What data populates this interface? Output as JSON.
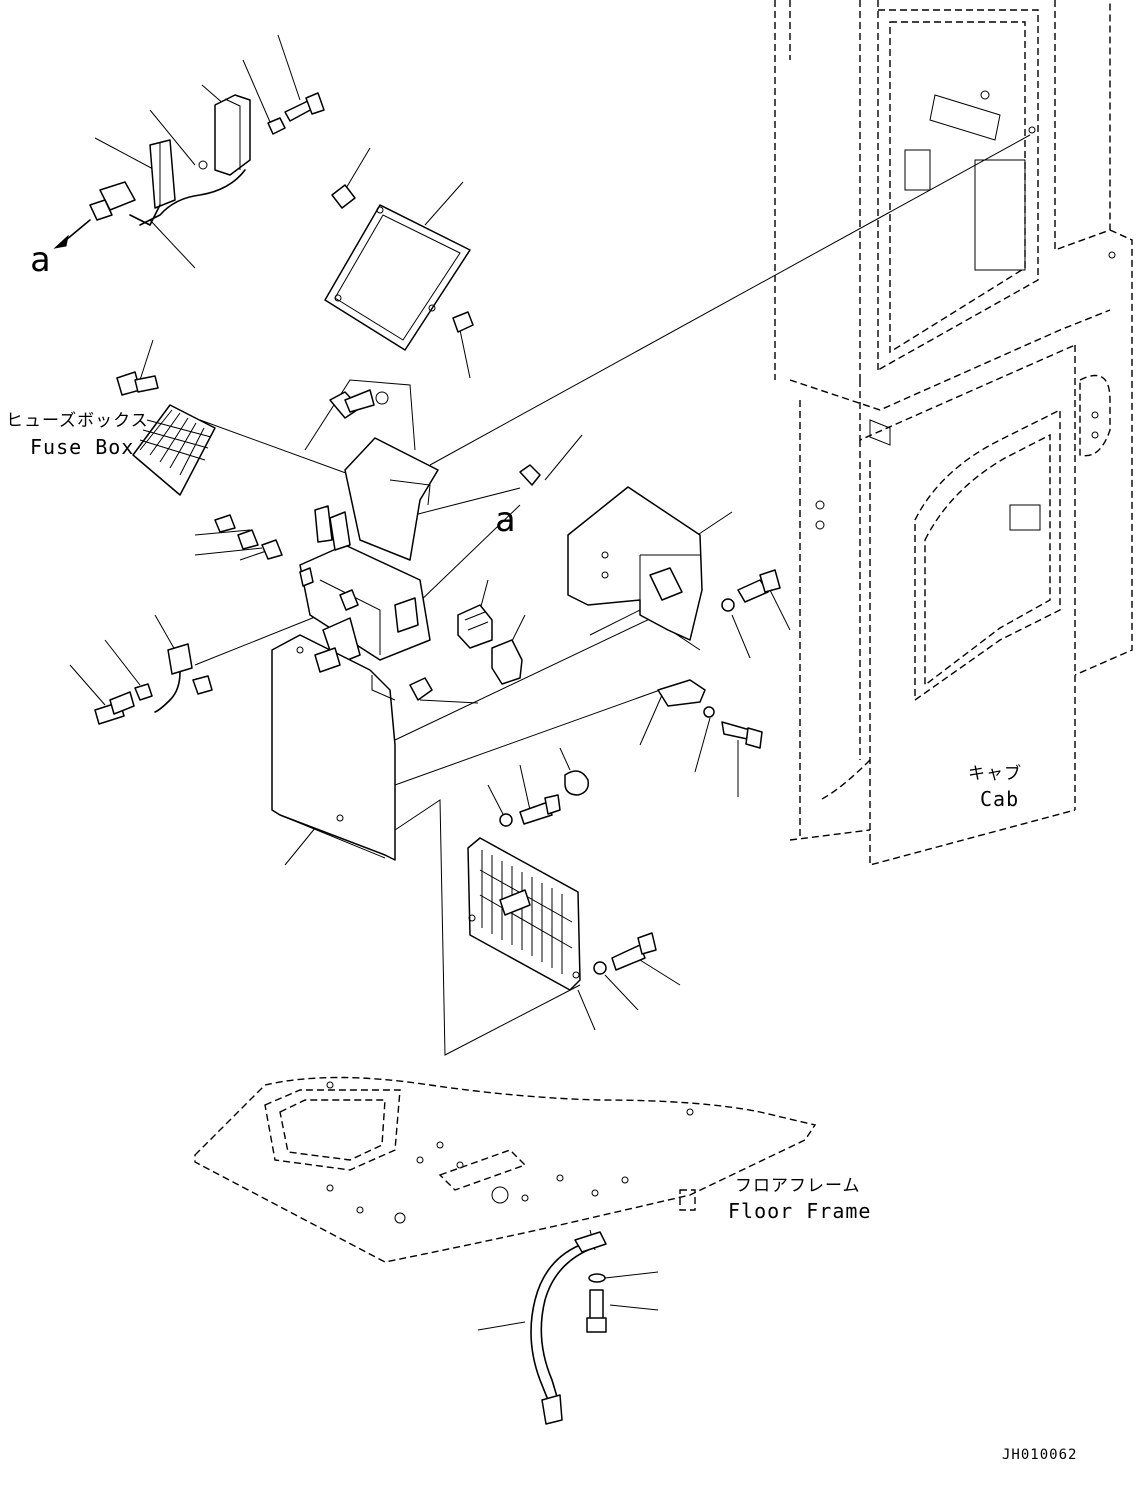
{
  "labels": {
    "fuse_box_jp": "ヒューズボックス",
    "fuse_box_en": "Fuse Box",
    "cab_jp": "キャブ",
    "cab_en": "Cab",
    "floor_frame_jp": "フロアフレーム",
    "floor_frame_en": "Floor Frame",
    "ref_a_top": "a",
    "ref_a_mid": "a"
  },
  "drawing_code": "JH010062"
}
